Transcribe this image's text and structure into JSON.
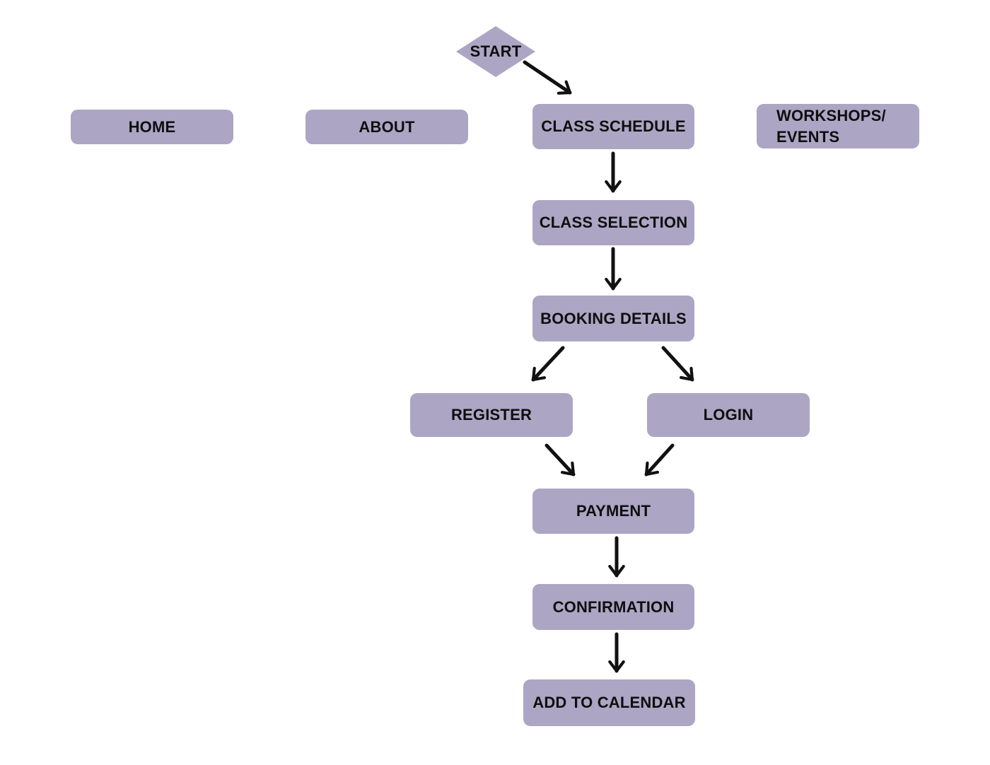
{
  "colors": {
    "node_fill": "#ACA6C4",
    "arrow": "#111111",
    "text": "#0E0E0E",
    "background": "#FFFFFF"
  },
  "nodes": {
    "start": {
      "label": "START",
      "shape": "diamond"
    },
    "home": {
      "label": "HOME",
      "shape": "rect"
    },
    "about": {
      "label": "ABOUT",
      "shape": "rect"
    },
    "class_schedule": {
      "label": "CLASS SCHEDULE",
      "shape": "rect"
    },
    "workshops_events": {
      "lines": [
        "WORKSHOPS/",
        "EVENTS"
      ],
      "shape": "rect"
    },
    "class_selection": {
      "label": "CLASS SELECTION",
      "shape": "rect"
    },
    "booking_details": {
      "label": "BOOKING DETAILS",
      "shape": "rect"
    },
    "register": {
      "label": "REGISTER",
      "shape": "rect"
    },
    "login": {
      "label": "LOGIN",
      "shape": "rect"
    },
    "payment": {
      "label": "PAYMENT",
      "shape": "rect"
    },
    "confirmation": {
      "label": "CONFIRMATION",
      "shape": "rect"
    },
    "add_to_calendar": {
      "label": "ADD TO CALENDAR",
      "shape": "rect"
    }
  },
  "edges": [
    {
      "from": "start",
      "to": "class_schedule"
    },
    {
      "from": "class_schedule",
      "to": "class_selection"
    },
    {
      "from": "class_selection",
      "to": "booking_details"
    },
    {
      "from": "booking_details",
      "to": "register"
    },
    {
      "from": "booking_details",
      "to": "login"
    },
    {
      "from": "register",
      "to": "payment"
    },
    {
      "from": "login",
      "to": "payment"
    },
    {
      "from": "payment",
      "to": "confirmation"
    },
    {
      "from": "confirmation",
      "to": "add_to_calendar"
    }
  ]
}
